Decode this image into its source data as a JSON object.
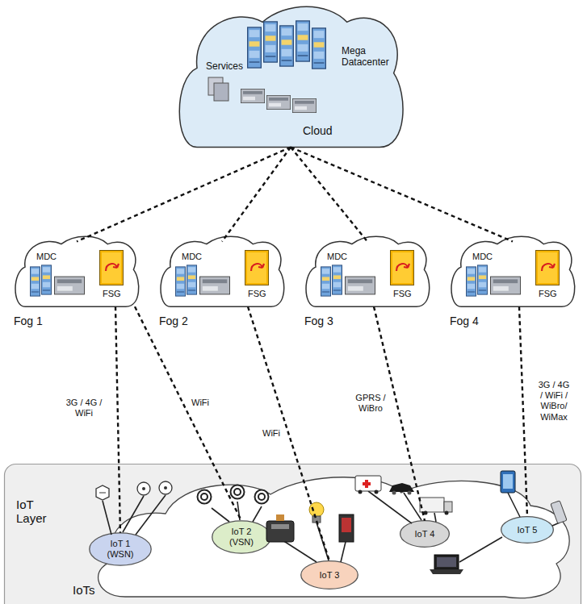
{
  "diagram": {
    "nodes": [
      {
        "text": [
          "Services",
          "Mega Datacenter",
          "Cloud"
        ]
      },
      {
        "text": [
          "MDC",
          "FSG",
          "Fog 1"
        ]
      },
      {
        "text": [
          "MDC",
          "FSG",
          "Fog 2"
        ]
      },
      {
        "text": [
          "MDC",
          "FSG",
          "Fog 3"
        ]
      },
      {
        "text": [
          "MDC",
          "FSG",
          "Fog 4"
        ]
      },
      {
        "text": [
          "IoT Layer",
          "IoTs"
        ]
      },
      {
        "text": [
          "IoT 1 (WSN)"
        ],
        "in": 5
      },
      {
        "text": [
          "IoT 2 (VSN)"
        ],
        "in": 5
      },
      {
        "text": [
          "IoT 3"
        ],
        "in": 5
      },
      {
        "text": [
          "IoT 4"
        ],
        "in": 5
      },
      {
        "text": [
          "IoT 5"
        ],
        "in": 5
      }
    ],
    "edges": [
      {
        "from": 0,
        "to": 1,
        "arrow": "none"
      },
      {
        "from": 0,
        "to": 2,
        "arrow": "none"
      },
      {
        "from": 0,
        "to": 3,
        "arrow": "none"
      },
      {
        "from": 0,
        "to": 4,
        "arrow": "none"
      },
      {
        "from": 1,
        "to": 6,
        "label": "3G / 4G / WiFi",
        "arrow": "none"
      },
      {
        "from": 1,
        "to": 7,
        "label": "WiFi",
        "arrow": "none"
      },
      {
        "from": 2,
        "to": 8,
        "label": "WiFi",
        "arrow": "none"
      },
      {
        "from": 3,
        "to": 9,
        "label": "GPRS / WiBro",
        "arrow": "none"
      },
      {
        "from": 4,
        "to": 10,
        "label": "3G / 4G / WiFi / WiBro/ WiMax",
        "arrow": "none"
      }
    ]
  }
}
